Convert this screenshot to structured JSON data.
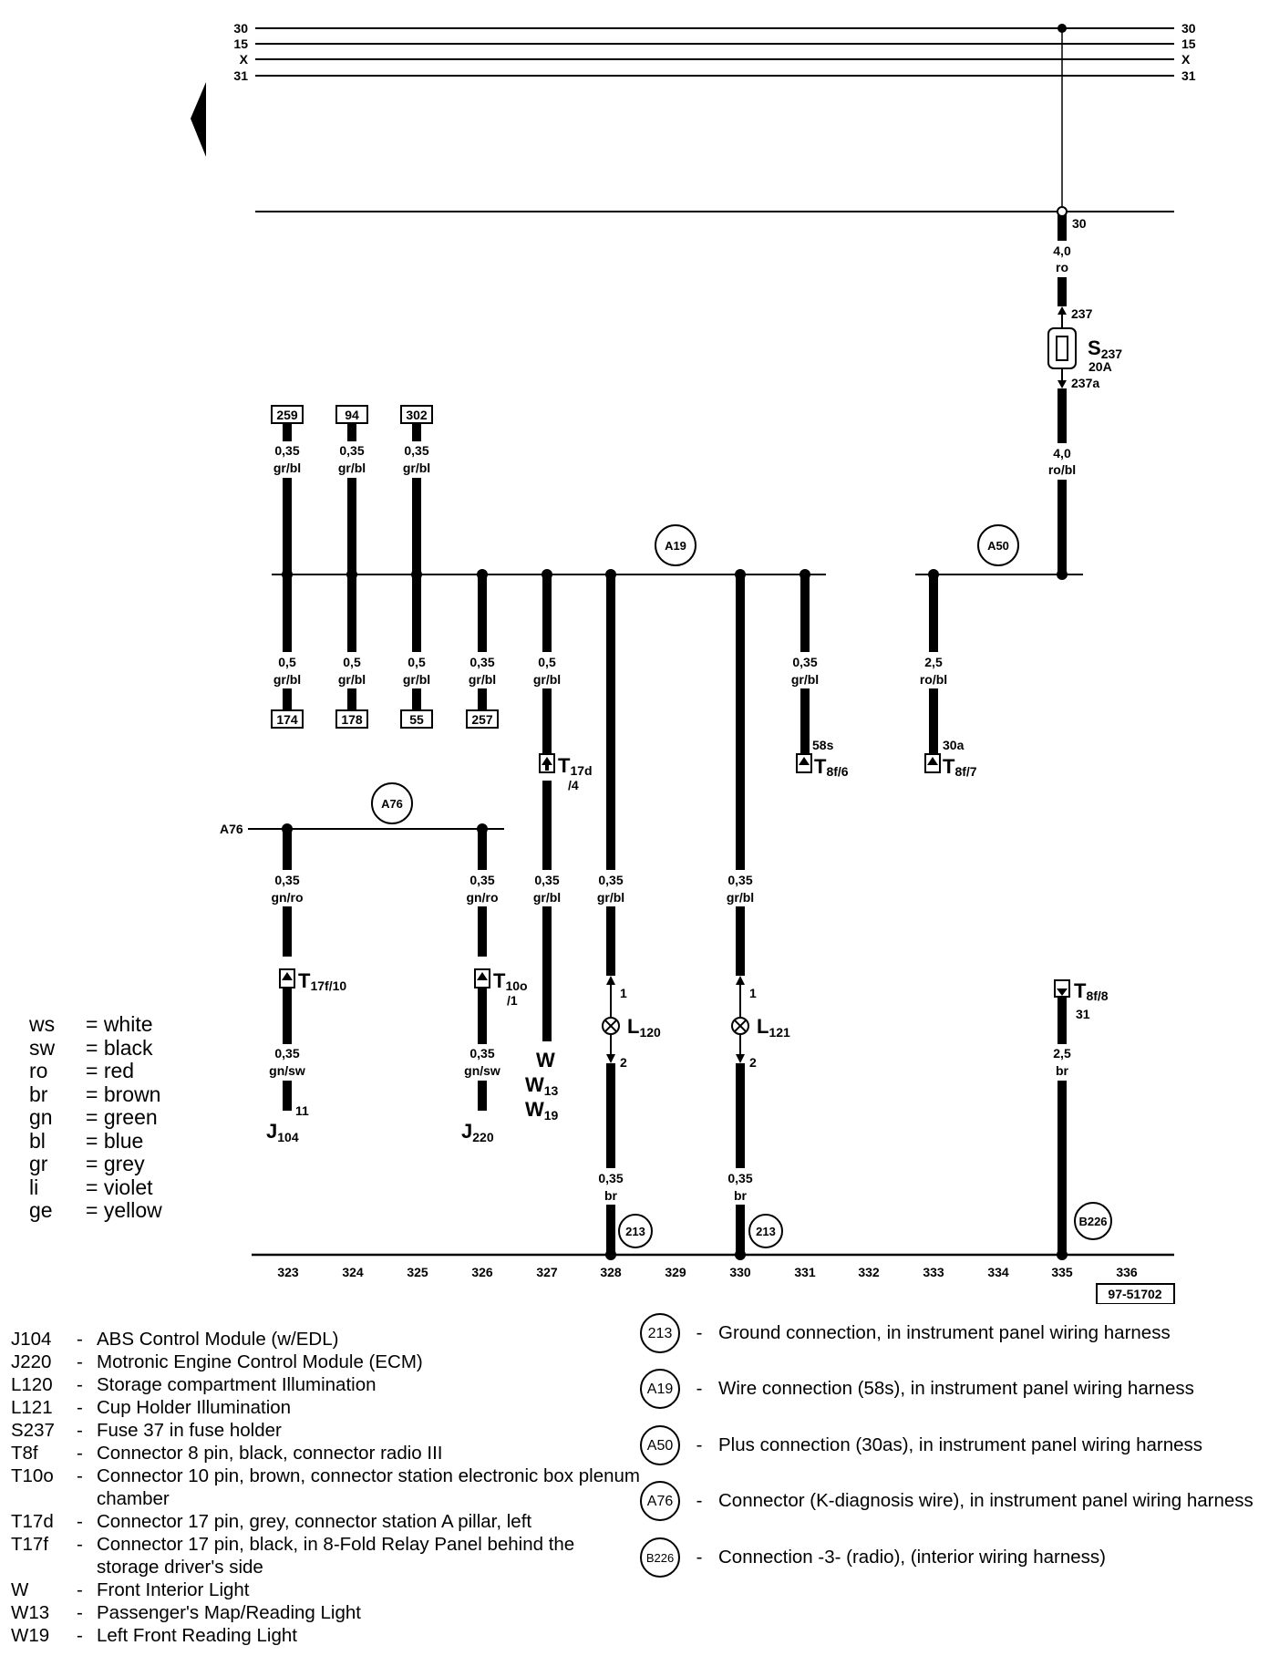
{
  "rails_left": [
    "30",
    "15",
    "X",
    "31"
  ],
  "rails_right": [
    "30",
    "15",
    "X",
    "31"
  ],
  "fuse": {
    "ref_big": "S",
    "ref_sub": "237",
    "rating": "20A",
    "pin_in": "237",
    "pin_out": "237a",
    "rail_pin": "30",
    "wire_top": {
      "gauge": "4,0",
      "color": "ro"
    },
    "wire_bottom": {
      "gauge": "4,0",
      "color": "ro/bl"
    }
  },
  "top_refs": [
    "259",
    "94",
    "302"
  ],
  "top_wires": [
    {
      "gauge": "0,35",
      "color": "gr/bl"
    },
    {
      "gauge": "0,35",
      "color": "gr/bl"
    },
    {
      "gauge": "0,35",
      "color": "gr/bl"
    }
  ],
  "splice_a19": "A19",
  "splice_a50": "A50",
  "splice_a76": "A76",
  "a76_lead_label": "A76",
  "bottom_refs": [
    "174",
    "178",
    "55",
    "257"
  ],
  "mid_wires": [
    {
      "gauge": "0,5",
      "color": "gr/bl"
    },
    {
      "gauge": "0,5",
      "color": "gr/bl"
    },
    {
      "gauge": "0,5",
      "color": "gr/bl"
    },
    {
      "gauge": "0,35",
      "color": "gr/bl"
    },
    {
      "gauge": "0,5",
      "color": "gr/bl"
    },
    {
      "gauge": "0,35",
      "color": "gr/bl"
    },
    {
      "gauge": "2,5",
      "color": "ro/bl"
    }
  ],
  "t8f6": {
    "big": "T",
    "sub": "8f/6",
    "pin": "58s"
  },
  "t8f7": {
    "big": "T",
    "sub": "8f/7",
    "pin": "30a"
  },
  "t17d": {
    "big": "T",
    "sub": "17d",
    "pin": "/4"
  },
  "t17f": {
    "big": "T",
    "sub": "17f/10"
  },
  "t10o": {
    "big": "T",
    "sub": "10o",
    "pin": "/1"
  },
  "t8f8": {
    "big": "T",
    "sub": "8f/8",
    "pin": "31"
  },
  "lower_wires": [
    {
      "gauge": "0,35",
      "color": "gn/ro"
    },
    {
      "gauge": "0,35",
      "color": "gn/ro"
    },
    {
      "gauge": "0,35",
      "color": "gr/bl"
    },
    {
      "gauge": "0,35",
      "color": "gr/bl"
    },
    {
      "gauge": "0,35",
      "color": "gr/bl"
    }
  ],
  "j_wires": [
    {
      "gauge": "0,35",
      "color": "gn/sw"
    },
    {
      "gauge": "0,35",
      "color": "gn/sw"
    }
  ],
  "j104": {
    "big": "J",
    "sub": "104",
    "pin": "11"
  },
  "j220": {
    "big": "J",
    "sub": "220"
  },
  "w_lights": [
    {
      "big": "W",
      "sub": ""
    },
    {
      "big": "W",
      "sub": "13"
    },
    {
      "big": "W",
      "sub": "19"
    }
  ],
  "l120": {
    "big": "L",
    "sub": "120",
    "pin1": "1",
    "pin2": "2"
  },
  "l121": {
    "big": "L",
    "sub": "121",
    "pin1": "1",
    "pin2": "2"
  },
  "ground_wires": [
    {
      "gauge": "0,35",
      "color": "br"
    },
    {
      "gauge": "0,35",
      "color": "br"
    }
  ],
  "b226_wire": {
    "gauge": "2,5",
    "color": "br"
  },
  "ground_refs": [
    "213",
    "213",
    "B226"
  ],
  "footer_numbers": [
    "323",
    "324",
    "325",
    "326",
    "327",
    "328",
    "329",
    "330",
    "331",
    "332",
    "333",
    "334",
    "335",
    "336"
  ],
  "diagram_id": "97-51702",
  "color_key": [
    {
      "code": "ws",
      "name": "= white"
    },
    {
      "code": "sw",
      "name": "= black"
    },
    {
      "code": "ro",
      "name": "= red"
    },
    {
      "code": "br",
      "name": "= brown"
    },
    {
      "code": "gn",
      "name": "= green"
    },
    {
      "code": "bl",
      "name": "= blue"
    },
    {
      "code": "gr",
      "name": "= grey"
    },
    {
      "code": "li",
      "name": "= violet"
    },
    {
      "code": "ge",
      "name": "= yellow"
    }
  ],
  "legend_components": [
    {
      "code": "J104",
      "desc": "ABS Control Module (w/EDL)"
    },
    {
      "code": "J220",
      "desc": "Motronic Engine Control Module (ECM)"
    },
    {
      "code": "L120",
      "desc": "Storage compartment Illumination"
    },
    {
      "code": "L121",
      "desc": "Cup Holder Illumination"
    },
    {
      "code": "S237",
      "desc": "Fuse 37 in fuse holder"
    },
    {
      "code": "T8f",
      "desc": "Connector 8 pin, black, connector radio III"
    },
    {
      "code": "T10o",
      "desc": "Connector 10 pin, brown, connector station electronic box plenum chamber"
    },
    {
      "code": "T17d",
      "desc": "Connector 17 pin, grey, connector station A pillar, left"
    },
    {
      "code": "T17f",
      "desc": "Connector 17 pin, black, in 8-Fold Relay Panel behind the storage driver's side"
    },
    {
      "code": "W",
      "desc": "Front Interior Light"
    },
    {
      "code": "W13",
      "desc": "Passenger's Map/Reading Light"
    },
    {
      "code": "W19",
      "desc": "Left Front Reading Light"
    }
  ],
  "legend_dash": "-",
  "legend_connections": [
    {
      "code": "213",
      "desc": "Ground connection, in instrument panel wiring harness"
    },
    {
      "code": "A19",
      "desc": "Wire connection (58s), in instrument panel wiring harness"
    },
    {
      "code": "A50",
      "desc": "Plus connection (30as), in instrument panel wiring harness"
    },
    {
      "code": "A76",
      "desc": "Connector (K-diagnosis wire), in instrument panel wiring harness"
    },
    {
      "code": "B226",
      "desc": "Connection -3- (radio), (interior wiring harness)"
    }
  ]
}
